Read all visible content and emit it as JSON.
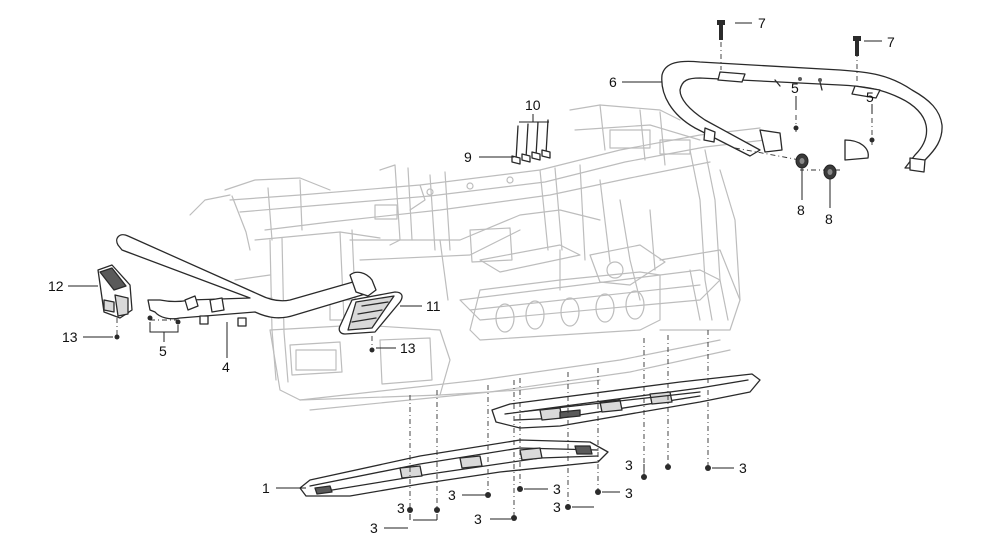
{
  "callouts": {
    "c1": "1",
    "c3": "3",
    "c4": "4",
    "c5": "5",
    "c6": "6",
    "c7": "7",
    "c8": "8",
    "c9": "9",
    "c10": "10",
    "c11": "11",
    "c12": "12",
    "c13": "13"
  },
  "colors": {
    "frame": "#bdbdbd",
    "part": "#2a2a2a",
    "label": "#111111"
  }
}
